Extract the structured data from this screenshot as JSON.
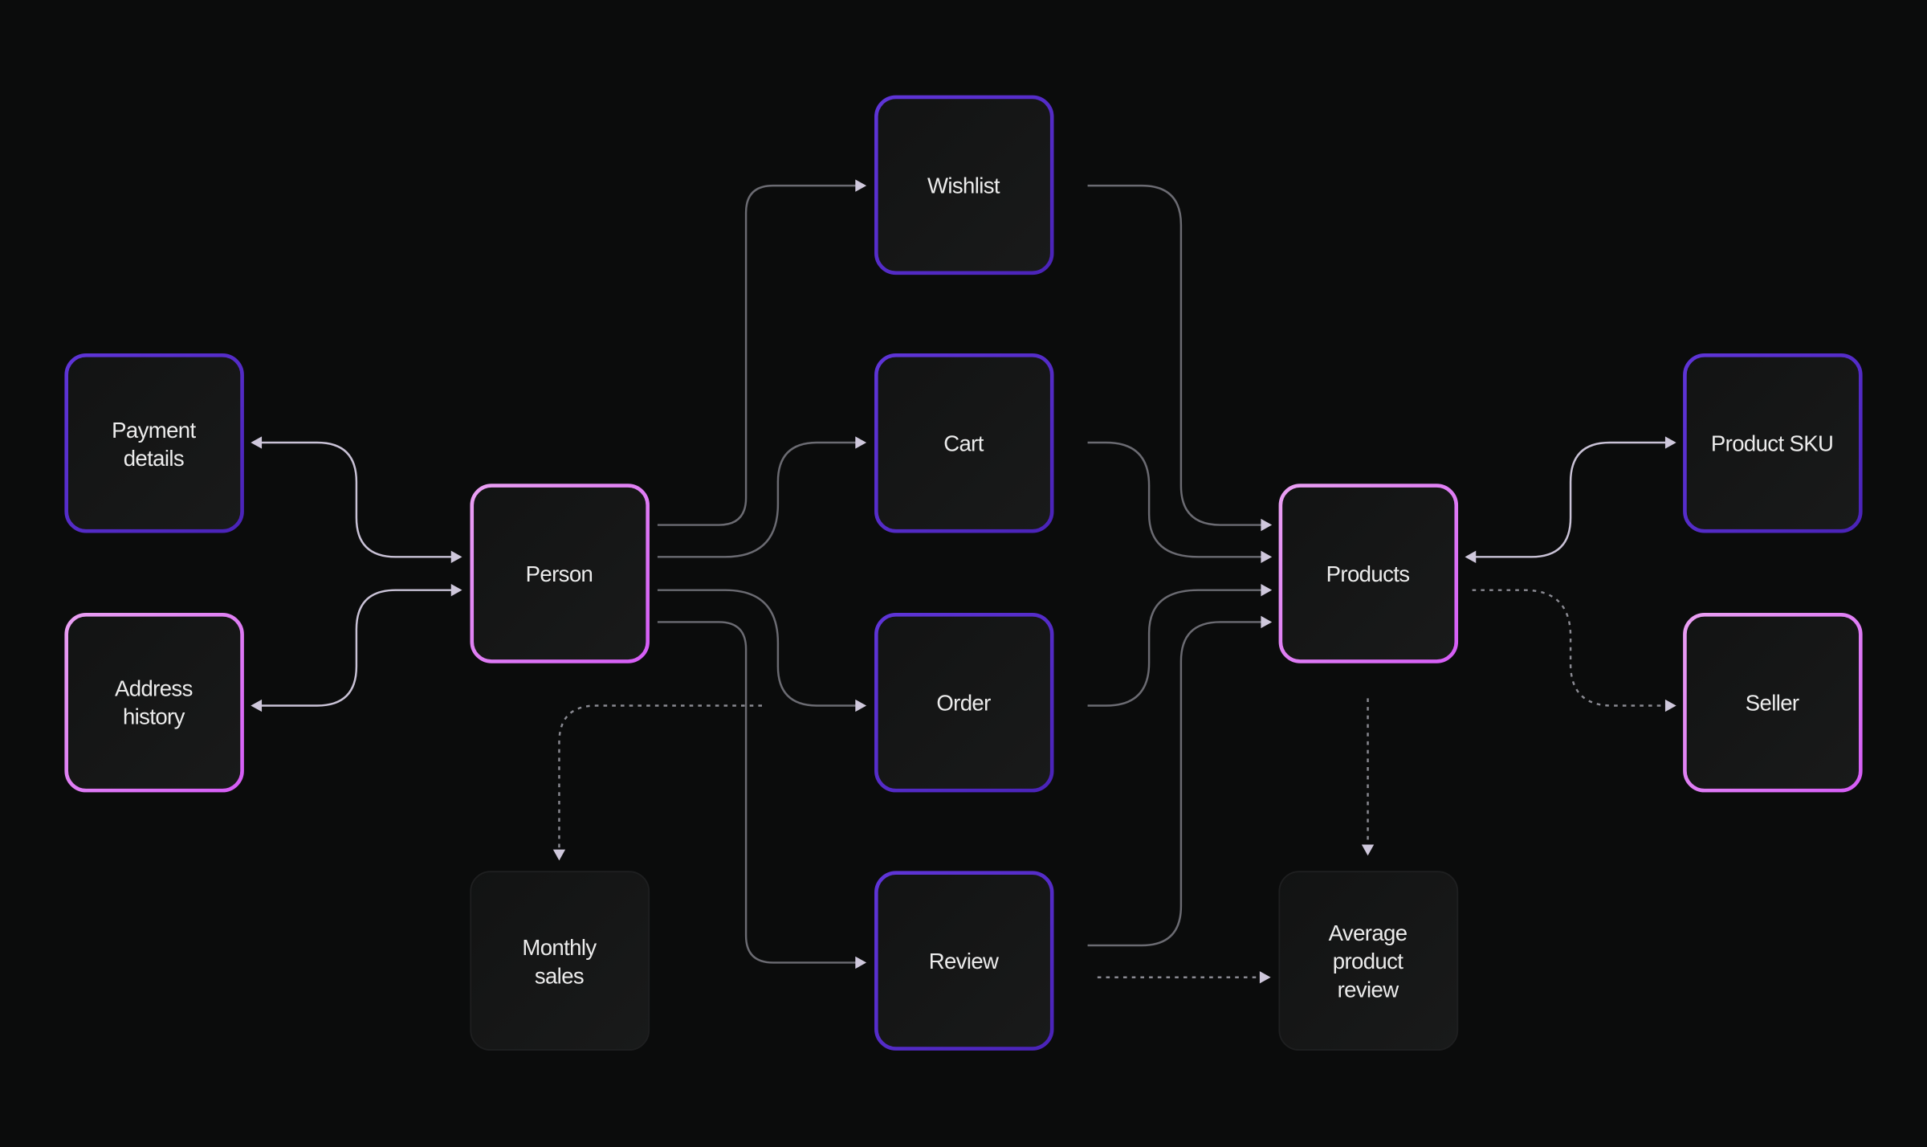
{
  "colors": {
    "background": "#0b0c0c",
    "purple_border": "#5a30d0",
    "pink_border": "#e07cf2",
    "gray_border": "#1e1f20",
    "node_fill": "#151616",
    "edge": "#6b6b72",
    "arrow": "#cfc8dc"
  },
  "nodes": {
    "wishlist": [
      "Wishlist"
    ],
    "cart": [
      "Cart"
    ],
    "order": [
      "Order"
    ],
    "review": [
      "Review"
    ],
    "payment": [
      "Payment",
      "details"
    ],
    "address": [
      "Address",
      "history"
    ],
    "person": [
      "Person"
    ],
    "monthly": [
      "Monthly",
      "sales"
    ],
    "products": [
      "Products"
    ],
    "average": [
      "Average",
      "product",
      "review"
    ],
    "sku": [
      "Product SKU"
    ],
    "seller": [
      "Seller"
    ]
  }
}
